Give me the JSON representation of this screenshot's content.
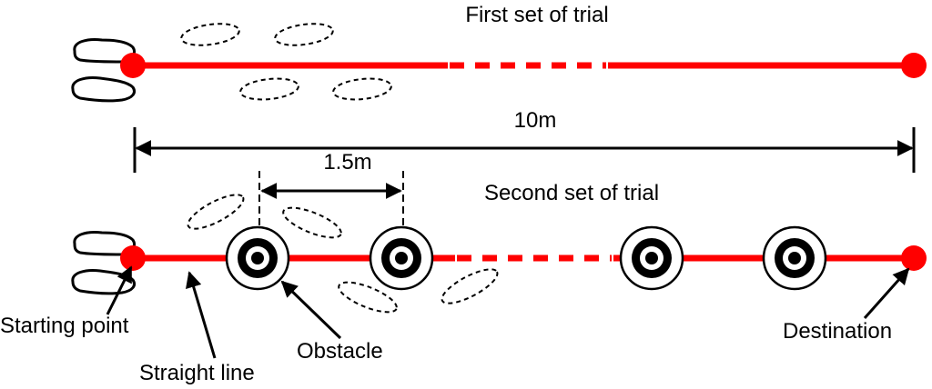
{
  "trials": {
    "first_label": "First set of trial",
    "second_label": "Second set of trial"
  },
  "dimensions": {
    "total_distance": "10m",
    "obstacle_spacing": "1.5m"
  },
  "annotations": {
    "starting_point": "Starting point",
    "straight_line": "Straight line",
    "obstacle": "Obstacle",
    "destination": "Destination"
  },
  "colors": {
    "path_line": "#ff0000",
    "endpoint": "#ff0000",
    "obstacle_ring": "#000000",
    "ink": "#000000"
  },
  "icons": {
    "feet": "feet-icon",
    "footprint": "footprint-icon",
    "obstacle": "obstacle-target-icon"
  }
}
